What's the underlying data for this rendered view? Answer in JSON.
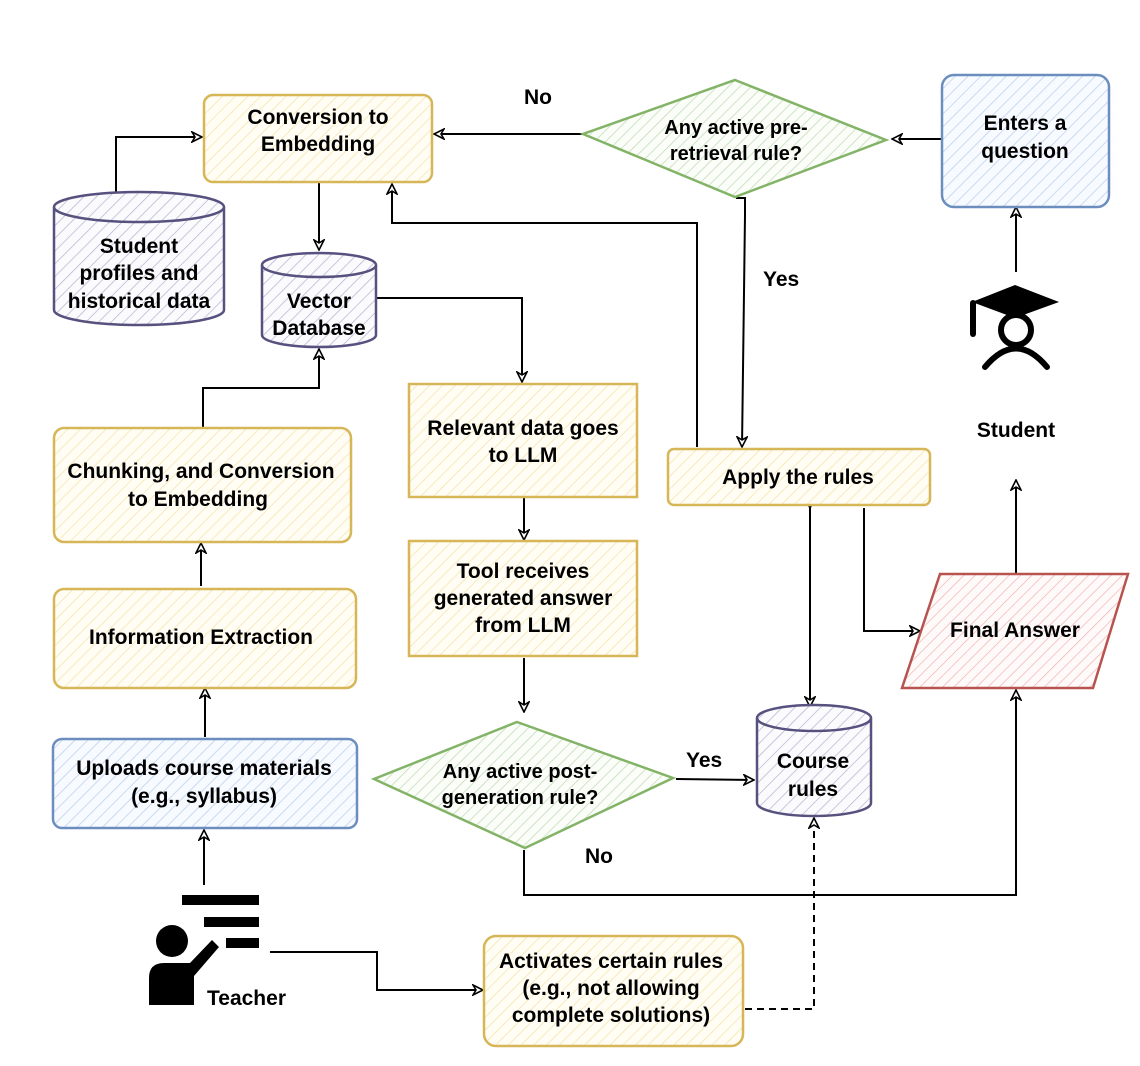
{
  "colors": {
    "yellow_stroke": "#d6b656",
    "yellow_fill": "#fff2cc",
    "blue_stroke": "#6c8ebf",
    "blue_fill": "#dae8fc",
    "green_stroke": "#82b366",
    "green_fill": "#d5e8d4",
    "purple_stroke": "#56517e",
    "purple_fill": "#d0cee2",
    "red_stroke": "#b85450",
    "red_fill": "#f8cecc"
  },
  "nodes": {
    "conversion_embedding": {
      "lines": [
        "Conversion to",
        "Embedding"
      ]
    },
    "student_profiles": {
      "lines": [
        "Student",
        "profiles and",
        "historical data"
      ]
    },
    "vector_database": {
      "lines": [
        "Vector",
        "Database"
      ]
    },
    "pre_retrieval_decision": {
      "lines": [
        "Any active pre-",
        "retrieval rule?"
      ]
    },
    "enters_question": {
      "lines": [
        "Enters a",
        "question"
      ]
    },
    "chunking": {
      "lines": [
        "Chunking, and Conversion",
        "to Embedding"
      ]
    },
    "information_extraction": {
      "lines": [
        "Information Extraction"
      ]
    },
    "uploads_materials": {
      "lines": [
        "Uploads course materials",
        "(e.g., syllabus)"
      ]
    },
    "relevant_data": {
      "lines": [
        "Relevant data goes",
        "to LLM"
      ]
    },
    "tool_receives": {
      "lines": [
        "Tool receives",
        "generated answer",
        "from LLM"
      ]
    },
    "post_generation_decision": {
      "lines": [
        "Any active post-",
        "generation rule?"
      ]
    },
    "apply_rules": {
      "lines": [
        "Apply the rules"
      ]
    },
    "course_rules": {
      "lines": [
        "Course",
        "rules"
      ]
    },
    "final_answer": {
      "lines": [
        "Final Answer"
      ]
    },
    "activates_rules": {
      "lines": [
        "Activates certain rules",
        "(e.g., not allowing",
        "complete solutions)"
      ]
    }
  },
  "actors": {
    "student": {
      "label": "Student",
      "icon": "student-graduate-icon"
    },
    "teacher": {
      "label": "Teacher",
      "icon": "teacher-presenting-icon"
    }
  },
  "edge_labels": {
    "pre_no": "No",
    "pre_yes": "Yes",
    "post_yes": "Yes",
    "post_no": "No"
  }
}
